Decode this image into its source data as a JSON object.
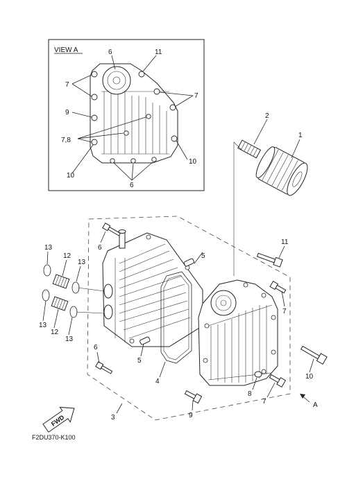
{
  "view_a": {
    "title": "VIEW A",
    "labels": {
      "six_top": "6",
      "eleven": "11",
      "seven_left": "7",
      "seven_right": "7",
      "nine": "9",
      "seven_eight": "7,8",
      "ten_left": "10",
      "ten_right": "10",
      "six_bottom": "6"
    }
  },
  "filter": {
    "label_1": "1",
    "label_2": "2"
  },
  "callouts": {
    "c13_top": "13",
    "c12_top": "12",
    "c13_mid": "13",
    "c13_low": "13",
    "c12_low": "12",
    "c13_bot": "13",
    "c6_top": "6",
    "c6_bot": "6",
    "c5_top": "5",
    "c5_bot": "5",
    "c4": "4",
    "c3": "3",
    "c11": "11",
    "c7_upper": "7",
    "c8": "8",
    "c7_lower": "7",
    "c10": "10",
    "c9": "9",
    "cA": "A"
  },
  "fwd": "FWD",
  "part_code": "F2DU370-K100"
}
